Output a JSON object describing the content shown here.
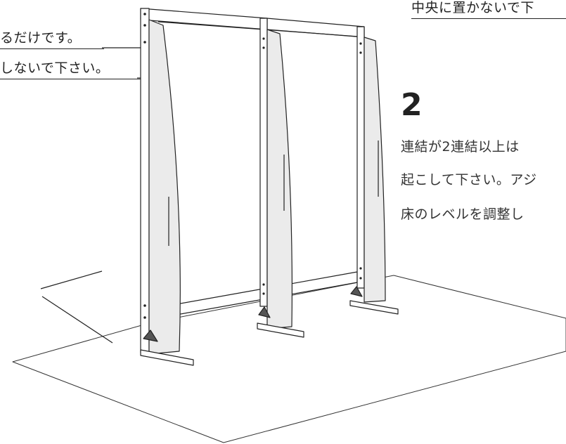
{
  "captions": {
    "left_1": "るだけです。",
    "left_2": "しないで下さい。",
    "top_right": "中央に置かないで下"
  },
  "step": {
    "number": "2",
    "lines": [
      "連結が2連結以上は",
      "起こして下さい。アジ",
      "床のレベルを調整し"
    ]
  },
  "colors": {
    "stroke": "#222222",
    "panel_fill": "#ebebeb",
    "background": "#ffffff"
  }
}
